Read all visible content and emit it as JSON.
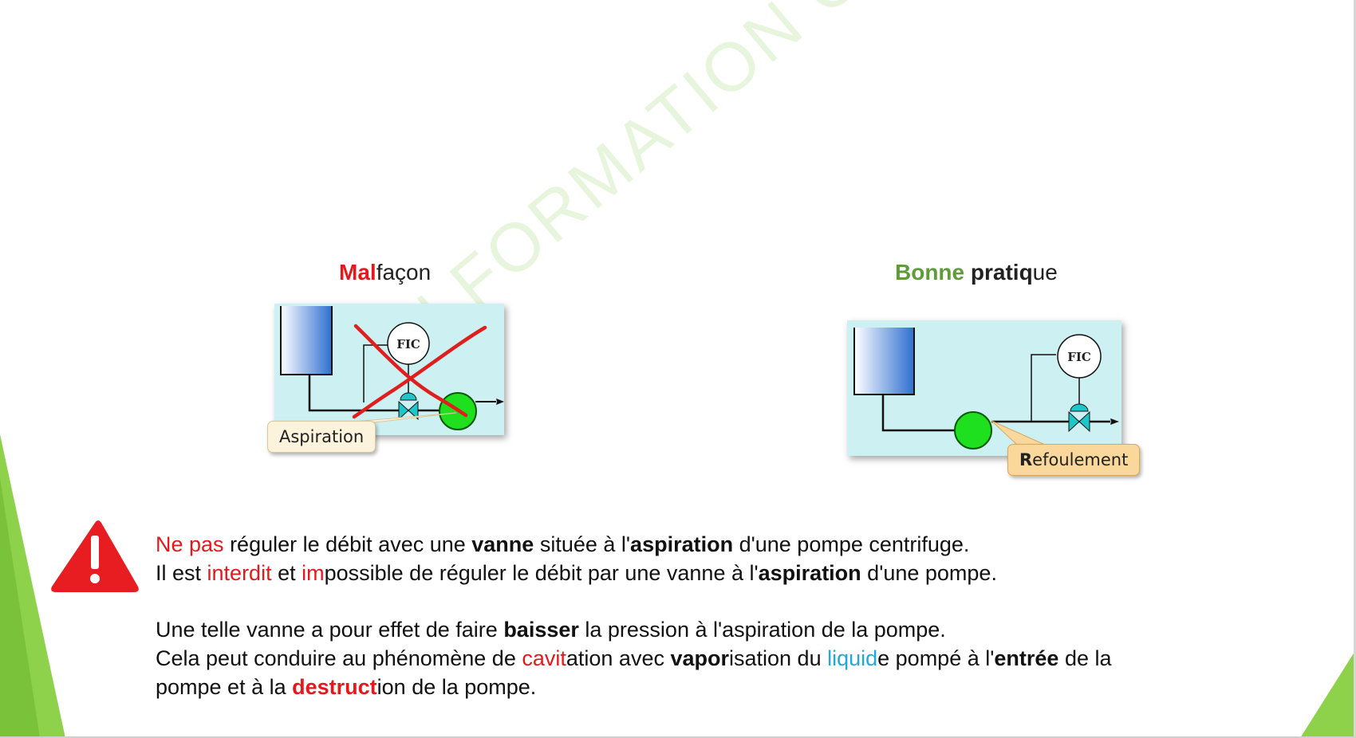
{
  "left_heading": {
    "red": "Mal",
    "rest": "façon"
  },
  "right_heading": {
    "green": "Bonne",
    "bold": "pratiq",
    "rest": "ue"
  },
  "left_diagram": {
    "instrument": "FIC",
    "callout": "Aspiration"
  },
  "right_diagram": {
    "instrument": "FIC",
    "callout_bold": "R",
    "callout_rest": "efoulement"
  },
  "watermark": "AEN   FORMATION   OUEST",
  "warning_icon": "exclamation-triangle",
  "para1": {
    "line1": {
      "s1": "Ne pas",
      "s2": " réguler le débit avec une ",
      "s3": "vanne",
      "s4": " située à l'",
      "s5": "aspiration",
      "s6": " d'une pompe centrifuge."
    },
    "line2": {
      "s1": "Il est ",
      "s2": "interdit",
      "s3": " et ",
      "s4": "im",
      "s5": "possible de réguler le débit par une vanne à l'",
      "s6": "aspiration",
      "s7": " d'une pompe."
    }
  },
  "para2": {
    "line1": {
      "s1": "Une telle vanne a pour effet de faire ",
      "s2": "baisser",
      "s3": " la pression à l'aspiration de la pompe."
    },
    "line2": {
      "s1": "Cela peut conduire au phénomène de ",
      "s2": "cavit",
      "s3": "ation avec ",
      "s4": "vapor",
      "s5": "isation du ",
      "s6": "liquid",
      "s7": "e pompé à l'",
      "s8": "entrée",
      "s9": " de la"
    },
    "line3": {
      "s1": "pompe et à la ",
      "s2": "destruct",
      "s3": "ion de la pompe."
    }
  },
  "colors": {
    "red": "#e5191b",
    "green": "#5e9c3a",
    "blue": "#22a6e0",
    "pump": "#1ee01e",
    "panel": "#cdf1f3",
    "accent_green": "#8ed14a"
  }
}
